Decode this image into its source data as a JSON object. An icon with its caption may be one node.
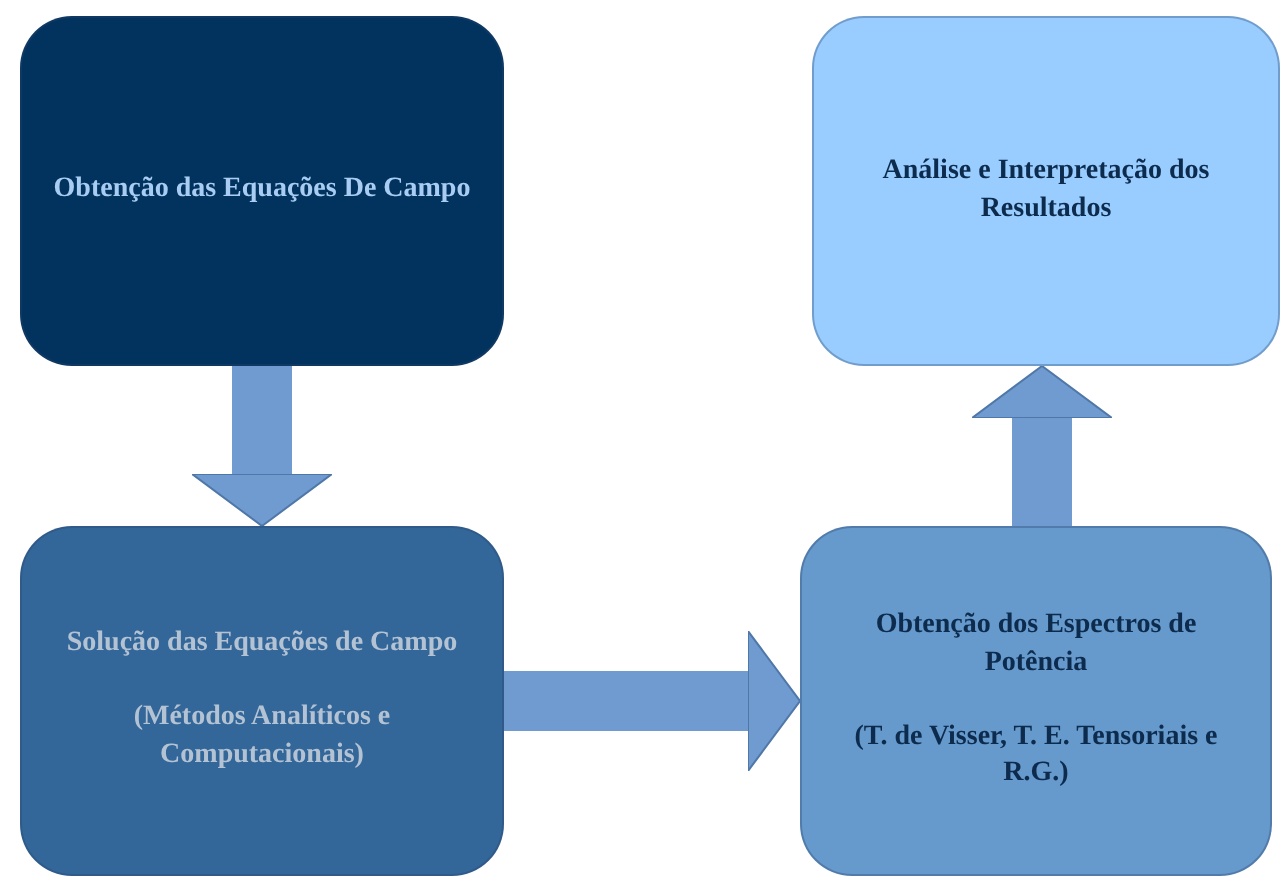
{
  "diagram": {
    "nodes": [
      {
        "text": [
          "Obtenção das Equações De Campo"
        ]
      },
      {
        "text": [
          "Análise e Interpretação dos Resultados"
        ]
      },
      {
        "text": [
          "Solução das Equações de Campo",
          "(Métodos Analíticos e Computacionais)"
        ]
      },
      {
        "text": [
          "Obtenção dos Espectros de Potência",
          "(T. de Visser, T. E. Tensoriais e R.G.)"
        ]
      }
    ],
    "edges": [
      {
        "from": 0,
        "to": 2,
        "arrow": "to"
      },
      {
        "from": 2,
        "to": 3,
        "arrow": "to"
      },
      {
        "from": 3,
        "to": 1,
        "arrow": "to"
      }
    ]
  }
}
